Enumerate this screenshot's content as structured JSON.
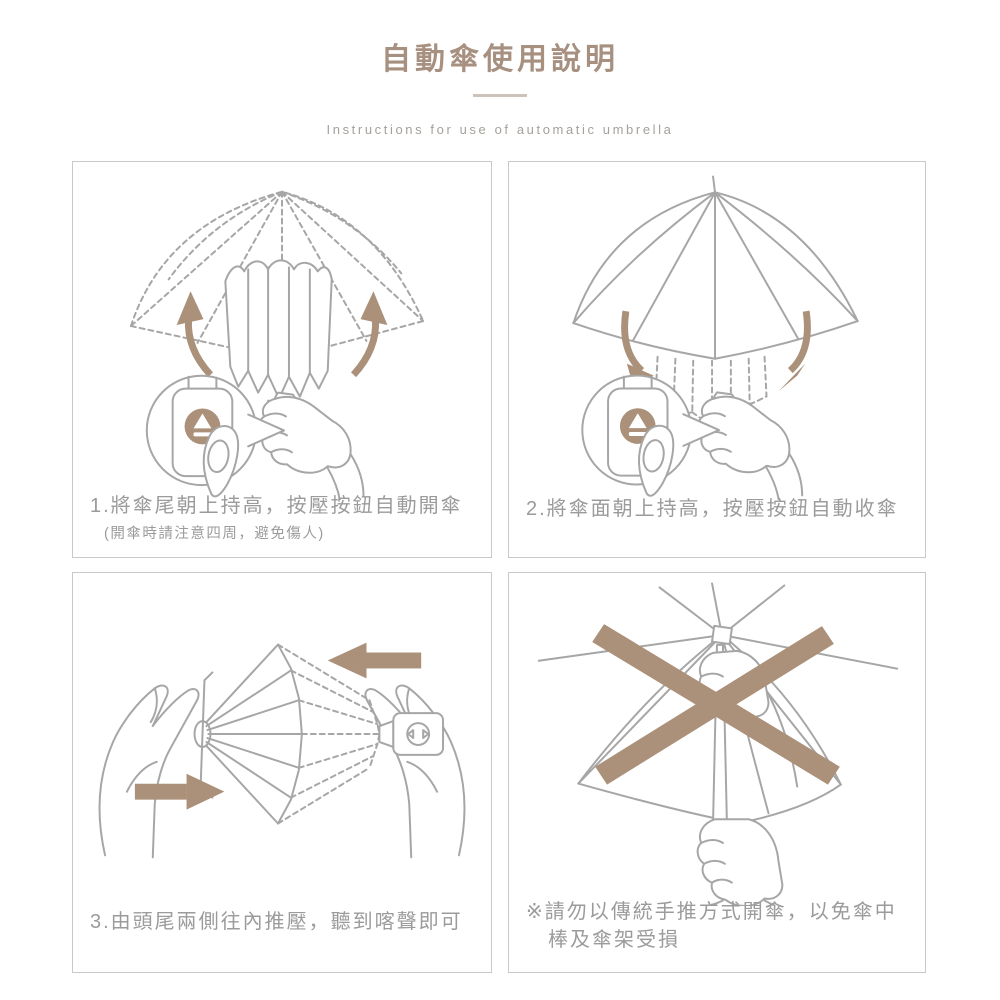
{
  "header": {
    "title": "自動傘使用說明",
    "subtitle": "Instructions for use of automatic umbrella"
  },
  "colors": {
    "background": "#ffffff",
    "title_text": "#a79080",
    "subtitle_text": "#a5a09b",
    "divider": "#ccc3ba",
    "panel_border": "#c9c9c9",
    "caption_text": "#9b9b9b",
    "line_art": "#a6a6a6",
    "accent_tan": "#ab907a"
  },
  "panels": {
    "p1": {
      "caption": "1.將傘尾朝上持高，按壓按鈕自動開傘",
      "note": "(開傘時請注意四周，避免傷人)",
      "illustration": "press-button-to-auto-open-umbrella"
    },
    "p2": {
      "caption": "2.將傘面朝上持高，按壓按鈕自動收傘",
      "illustration": "press-button-to-auto-close-umbrella"
    },
    "p3": {
      "caption": "3.由頭尾兩側往內推壓，聽到喀聲即可",
      "illustration": "push-both-ends-inward-until-click"
    },
    "p4": {
      "caption_line1": "※請勿以傳統手推方式開傘，以免傘中",
      "caption_line2": "棒及傘架受損",
      "illustration": "do-not-open-manually-prohibition"
    }
  },
  "icons": {
    "auto_button": "eject-icon",
    "prohibition": "x-cross-icon",
    "open_direction": "curved-up-arrows",
    "close_direction": "curved-down-arrows",
    "push_direction": "straight-opposing-arrows"
  }
}
